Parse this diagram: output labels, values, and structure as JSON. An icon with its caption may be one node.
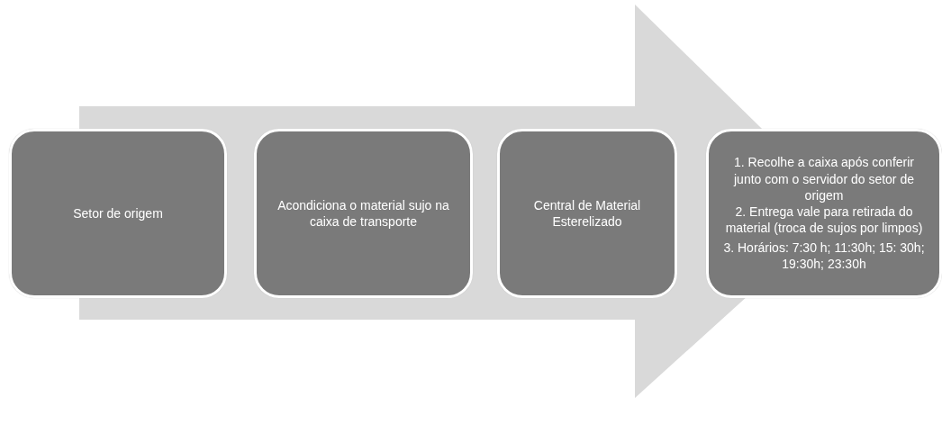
{
  "diagram": {
    "nodes": [
      {
        "text": [
          "Setor de origem"
        ]
      },
      {
        "text": [
          "Acondiciona o material sujo na caixa de transporte"
        ]
      },
      {
        "text": [
          "Central de Material Esterelizado"
        ]
      },
      {
        "text": [
          "1. Recolhe a caixa após conferir junto com o servidor do setor de origem",
          "2. Entrega vale para retirada do material (troca de sujos por limpos)",
          "3. Horários: 7:30 h; 11:30h; 15: 30h; 19:30h; 23:30h"
        ]
      }
    ],
    "edges": [
      {
        "from": 0,
        "to": 3,
        "arrow": "to"
      }
    ]
  }
}
